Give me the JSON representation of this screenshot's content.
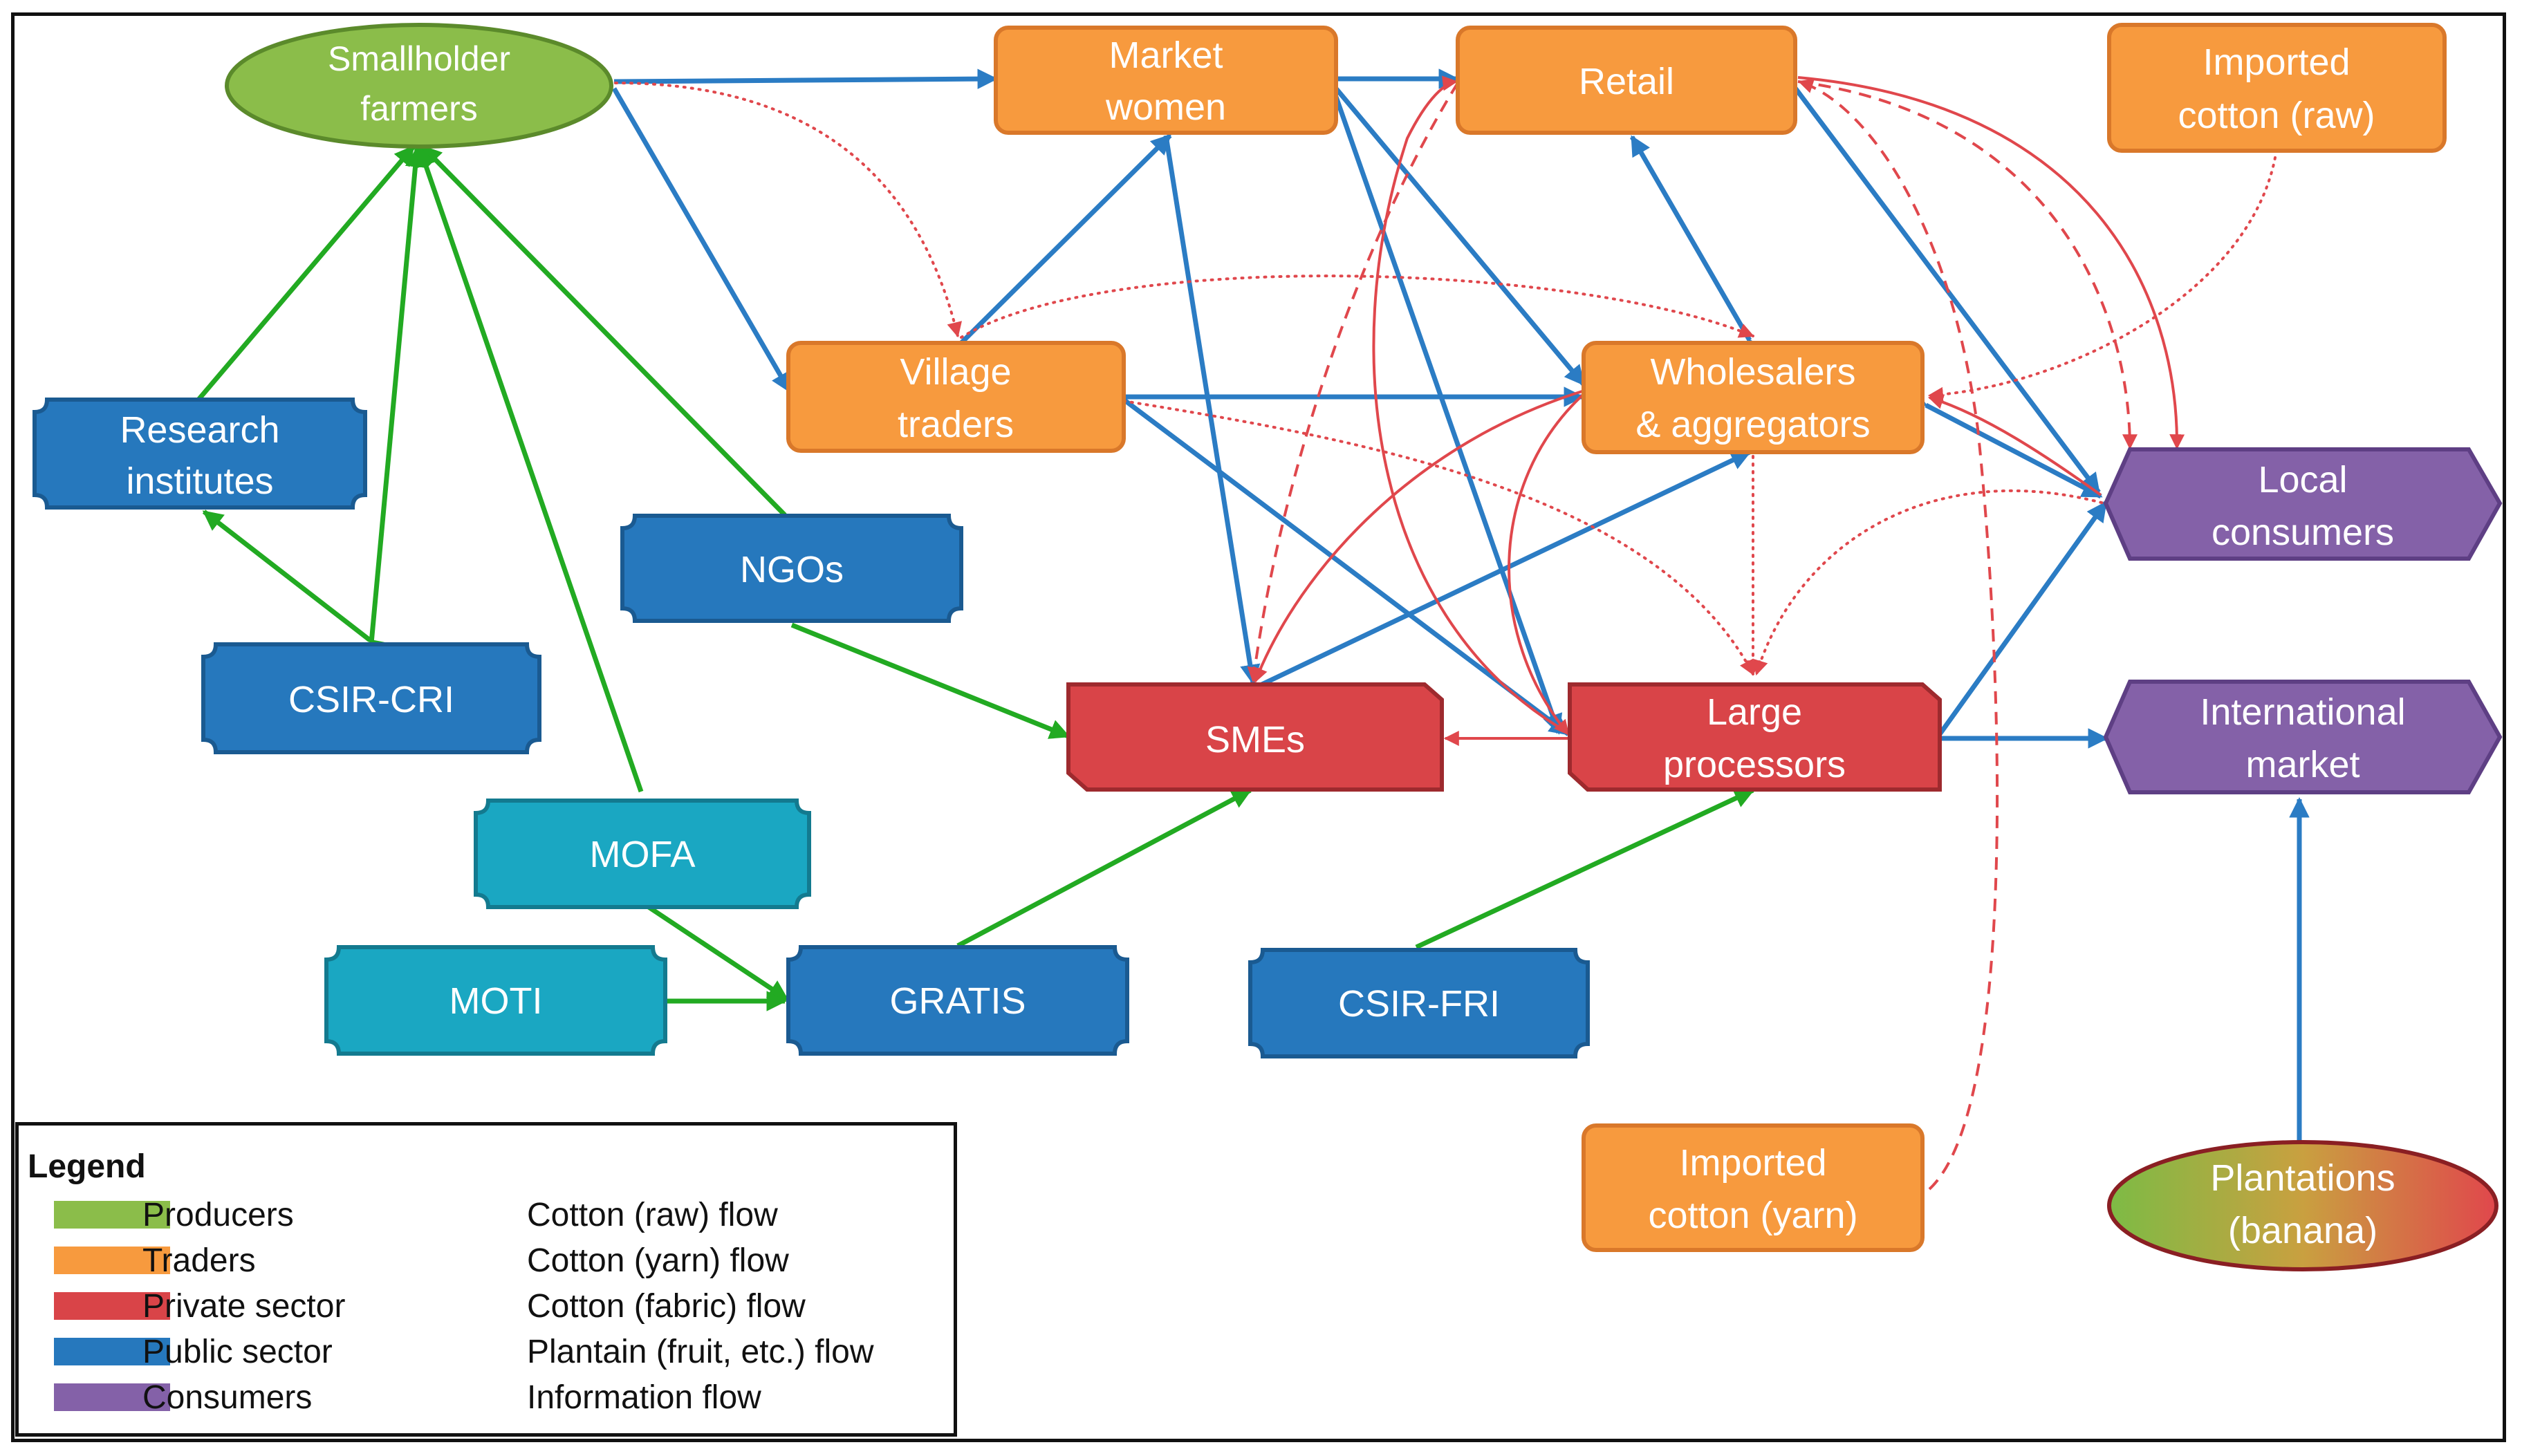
{
  "colors": {
    "producers": "#8bbd4a",
    "traders": "#f79a3e",
    "private": "#d94448",
    "public": "#2678bd",
    "public_light": "#1aa7c2",
    "consumers": "#8461a8",
    "cotton": "#e0474c",
    "plantain": "#2b7cc4",
    "information": "#22aa22"
  },
  "nodes": {
    "smallholder": "Smallholder farmers",
    "market_women": "Market women",
    "retail": "Retail",
    "imported_raw": "Imported cotton (raw)",
    "village_traders": "Village traders",
    "wholesalers": "Wholesalers & aggregators",
    "local_consumers": "Local consumers",
    "research": "Research institutes",
    "ngos": "NGOs",
    "csir_cri": "CSIR-CRI",
    "smes": "SMEs",
    "large_processors": "Large processors",
    "international": "International market",
    "mofa": "MOFA",
    "moti": "MOTI",
    "gratis": "GRATIS",
    "csir_fri": "CSIR-FRI",
    "imported_yarn": "Imported cotton (yarn)",
    "plantations": "Plantations (banana)"
  },
  "legend": {
    "title": "Legend",
    "categories": [
      {
        "label": "Producers",
        "color": "#8bbd4a"
      },
      {
        "label": "Traders",
        "color": "#f79a3e"
      },
      {
        "label": "Private sector",
        "color": "#d94448"
      },
      {
        "label": "Public sector",
        "color": "#2678bd"
      },
      {
        "label": "Consumers",
        "color": "#8461a8"
      }
    ],
    "flows": [
      {
        "label": "Cotton (raw) flow",
        "color": "#e0474c",
        "style": "dotted"
      },
      {
        "label": "Cotton (yarn) flow",
        "color": "#e0474c",
        "style": "dashed"
      },
      {
        "label": "Cotton (fabric) flow",
        "color": "#e0474c",
        "style": "solid"
      },
      {
        "label": "Plantain (fruit, etc.) flow",
        "color": "#2b7cc4",
        "style": "solid"
      },
      {
        "label": "Information flow",
        "color": "#22aa22",
        "style": "solid"
      }
    ]
  }
}
